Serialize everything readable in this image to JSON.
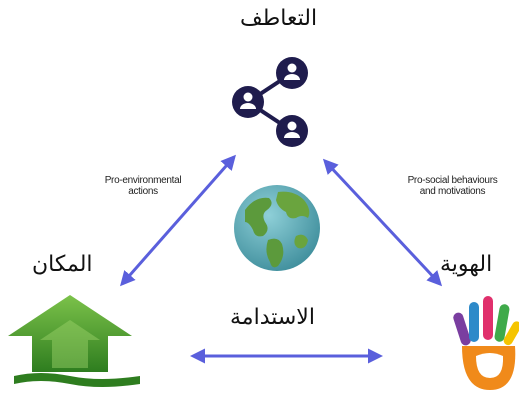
{
  "nodes": {
    "top": {
      "label": "التعاطف",
      "icon": "share-network-icon"
    },
    "left": {
      "label": "المكان",
      "icon": "house-arrow-icon"
    },
    "right": {
      "label": "الهوية",
      "icon": "colorful-hand-icon"
    },
    "center": {
      "label": "الاستدامة",
      "icon": "globe-icon"
    }
  },
  "edges": {
    "left_top": {
      "label_line1": "Pro-environmental",
      "label_line2": "actions"
    },
    "right_top": {
      "label_line1": "Pro-social behaviours",
      "label_line2": "and motivations"
    }
  },
  "colors": {
    "arrow": "#5a5fdc",
    "network": "#1f1c4d",
    "house": "#4a9a2a",
    "ocean": "#4d9aa8",
    "land": "#5c9a3c"
  }
}
